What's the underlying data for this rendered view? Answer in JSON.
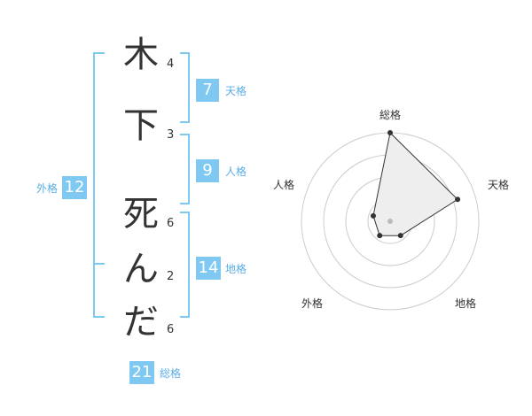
{
  "name": {
    "chars": [
      {
        "char": "木",
        "strokes": "4"
      },
      {
        "char": "下",
        "strokes": "3"
      },
      {
        "char": "死",
        "strokes": "6"
      },
      {
        "char": "ん",
        "strokes": "2"
      },
      {
        "char": "だ",
        "strokes": "6"
      }
    ]
  },
  "kakusu": {
    "tenkaku": {
      "label": "天格",
      "value": "7"
    },
    "jinkaku": {
      "label": "人格",
      "value": "9"
    },
    "chikaku": {
      "label": "地格",
      "value": "14"
    },
    "gaikaku": {
      "label": "外格",
      "value": "12"
    },
    "soukaku": {
      "label": "総格",
      "value": "21"
    }
  },
  "colors": {
    "accent": "#7ec8f2",
    "text": "#333333",
    "grid": "#cccccc",
    "fill": "#eeeeee"
  },
  "chart_data": {
    "type": "radar",
    "axes": [
      "総格",
      "天格",
      "地格",
      "外格",
      "人格"
    ],
    "values": [
      5,
      4,
      1,
      1,
      1
    ],
    "max": 5,
    "rings": 4
  }
}
